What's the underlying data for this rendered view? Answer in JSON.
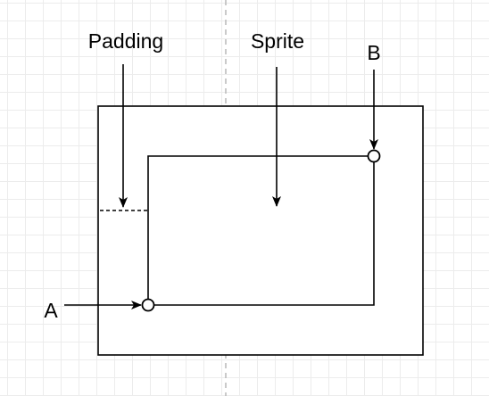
{
  "labels": {
    "padding": "Padding",
    "sprite": "Sprite",
    "point_b": "B",
    "point_a": "A"
  },
  "colors": {
    "stroke": "#000000",
    "grid": "#ececec",
    "guide": "#b8b8b8",
    "background": "#ffffff"
  }
}
